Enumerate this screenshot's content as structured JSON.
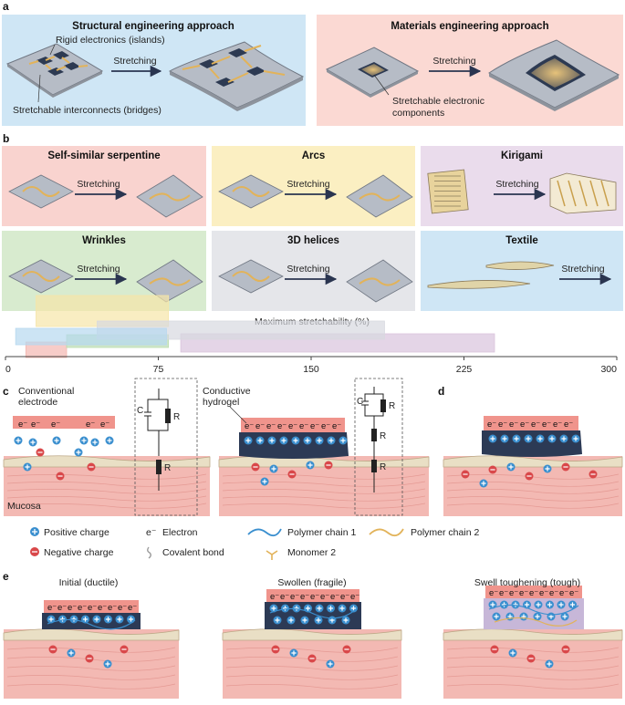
{
  "panel_a": {
    "label": "a",
    "structural": {
      "title": "Structural engineering approach",
      "islands_label": "Rigid electronics (islands)",
      "arrow_label": "Stretching",
      "bridges_label": "Stretchable interconnects (bridges)"
    },
    "materials": {
      "title": "Materials engineering approach",
      "arrow_label": "Stretching",
      "components_label_1": "Stretchable electronic",
      "components_label_2": "components"
    }
  },
  "panel_b": {
    "label": "b",
    "tiles": [
      {
        "title": "Self-similar serpentine",
        "arrow": "Stretching",
        "color": "#f9d3cf"
      },
      {
        "title": "Arcs",
        "arrow": "Stretching",
        "color": "#fbefc2"
      },
      {
        "title": "Kirigami",
        "arrow": "Stretching",
        "color": "#eadcec"
      },
      {
        "title": "Wrinkles",
        "arrow": "Stretching",
        "color": "#d8ebcf"
      },
      {
        "title": "3D helices",
        "arrow": "Stretching",
        "color": "#e5e6ea"
      },
      {
        "title": "Textile",
        "arrow": "Stretching",
        "color": "#cfe6f5"
      }
    ],
    "stretch_title": "Maximum stretchability (%)",
    "axis_ticks": [
      "0",
      "75",
      "150",
      "225",
      "300"
    ],
    "bars": [
      {
        "name": "Self-similar serpentine",
        "start": 10,
        "end": 30,
        "color": "#f3b7b0"
      },
      {
        "name": "Arcs",
        "start": 15,
        "end": 80,
        "color": "#f6e5a8"
      },
      {
        "name": "Kirigami",
        "start": 86,
        "end": 240,
        "color": "#d9c3dd"
      },
      {
        "name": "Wrinkles",
        "start": 30,
        "end": 80,
        "color": "#b9dcb0"
      },
      {
        "name": "3D helices",
        "start": 45,
        "end": 186,
        "color": "#d7d9df"
      },
      {
        "name": "Textile",
        "start": 5,
        "end": 79,
        "color": "#b7d8ef"
      }
    ]
  },
  "panel_c": {
    "label": "c",
    "conventional_label_1": "Conventional",
    "conventional_label_2": "electrode",
    "hydrogel_label_1": "Conductive",
    "hydrogel_label_2": "hydrogel",
    "mucosa_label": "Mucosa",
    "circuit_c": "C",
    "circuit_r": "R"
  },
  "panel_d": {
    "label": "d"
  },
  "legend": {
    "positive": "Positive charge",
    "negative": "Negative charge",
    "electron": "Electron",
    "covalent": "Covalent bond",
    "polymer1": "Polymer chain 1",
    "polymer2": "Polymer chain 2",
    "monomer2": "Monomer 2"
  },
  "panel_e": {
    "label": "e",
    "states": [
      "Initial (ductile)",
      "Swollen (fragile)",
      "Swell toughening (tough)"
    ]
  },
  "electron_symbol": "e⁻",
  "colors": {
    "blue_panel": "#cfe6f5",
    "pink_panel": "#fbd9d3",
    "substrate": "#b6bcc6",
    "island": "#2d3a52",
    "interconnect": "#e2b35a",
    "tissue": "#f3b9b3",
    "electrode": "#f0948c",
    "hydrogel": "#2c3a55",
    "positive": "#3a8fcf",
    "negative": "#d9484a"
  }
}
